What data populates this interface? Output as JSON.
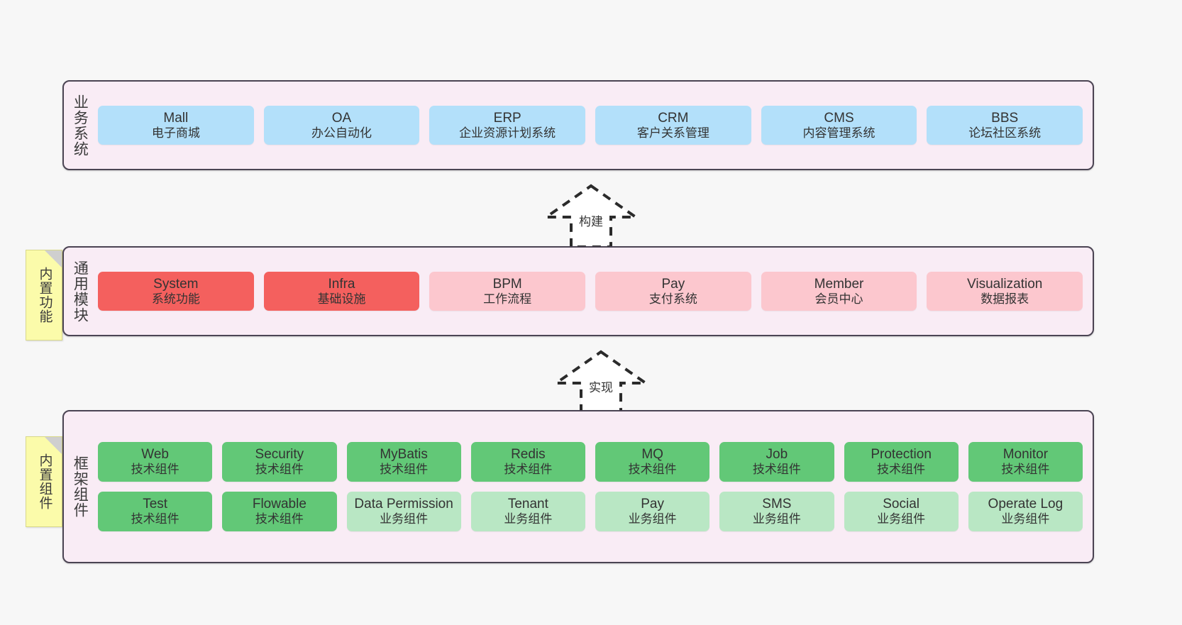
{
  "diagram": {
    "background_color": "#f7f7f7",
    "layer_fill": "#f9ecf5",
    "layer_border": "#4b4453",
    "note_fill": "#fbfbaa"
  },
  "layers": [
    {
      "id": "business-systems",
      "title": "业务系统",
      "note": null,
      "rows": [
        {
          "cards": [
            {
              "name": "Mall",
              "desc": "电子商城",
              "color": "#b3e0fa",
              "style": "c-blue"
            },
            {
              "name": "OA",
              "desc": "办公自动化",
              "color": "#b3e0fa",
              "style": "c-blue"
            },
            {
              "name": "ERP",
              "desc": "企业资源计划系统",
              "color": "#b3e0fa",
              "style": "c-blue"
            },
            {
              "name": "CRM",
              "desc": "客户关系管理",
              "color": "#b3e0fa",
              "style": "c-blue"
            },
            {
              "name": "CMS",
              "desc": "内容管理系统",
              "color": "#b3e0fa",
              "style": "c-blue"
            },
            {
              "name": "BBS",
              "desc": "论坛社区系统",
              "color": "#b3e0fa",
              "style": "c-blue"
            }
          ]
        }
      ]
    },
    {
      "id": "common-modules",
      "title": "通用模块",
      "note": "内置功能",
      "rows": [
        {
          "cards": [
            {
              "name": "System",
              "desc": "系统功能",
              "color": "#f4605e",
              "style": "c-red"
            },
            {
              "name": "Infra",
              "desc": "基础设施",
              "color": "#f4605e",
              "style": "c-red"
            },
            {
              "name": "BPM",
              "desc": "工作流程",
              "color": "#fcc7ce",
              "style": "c-pink"
            },
            {
              "name": "Pay",
              "desc": "支付系统",
              "color": "#fcc7ce",
              "style": "c-pink"
            },
            {
              "name": "Member",
              "desc": "会员中心",
              "color": "#fcc7ce",
              "style": "c-pink"
            },
            {
              "name": "Visualization",
              "desc": "数据报表",
              "color": "#fcc7ce",
              "style": "c-pink"
            }
          ]
        }
      ]
    },
    {
      "id": "framework-components",
      "title": "框架组件",
      "note": "内置组件",
      "rows": [
        {
          "cards": [
            {
              "name": "Web",
              "desc": "技术组件",
              "color": "#62c877",
              "style": "c-green"
            },
            {
              "name": "Security",
              "desc": "技术组件",
              "color": "#62c877",
              "style": "c-green"
            },
            {
              "name": "MyBatis",
              "desc": "技术组件",
              "color": "#62c877",
              "style": "c-green"
            },
            {
              "name": "Redis",
              "desc": "技术组件",
              "color": "#62c877",
              "style": "c-green"
            },
            {
              "name": "MQ",
              "desc": "技术组件",
              "color": "#62c877",
              "style": "c-green"
            },
            {
              "name": "Job",
              "desc": "技术组件",
              "color": "#62c877",
              "style": "c-green"
            },
            {
              "name": "Protection",
              "desc": "技术组件",
              "color": "#62c877",
              "style": "c-green"
            },
            {
              "name": "Monitor",
              "desc": "技术组件",
              "color": "#62c877",
              "style": "c-green"
            }
          ]
        },
        {
          "cards": [
            {
              "name": "Test",
              "desc": "技术组件",
              "color": "#62c877",
              "style": "c-green"
            },
            {
              "name": "Flowable",
              "desc": "技术组件",
              "color": "#62c877",
              "style": "c-green"
            },
            {
              "name": "Data Permission",
              "desc": "业务组件",
              "color": "#b9e7c4",
              "style": "c-lightgreen"
            },
            {
              "name": "Tenant",
              "desc": "业务组件",
              "color": "#b9e7c4",
              "style": "c-lightgreen"
            },
            {
              "name": "Pay",
              "desc": "业务组件",
              "color": "#b9e7c4",
              "style": "c-lightgreen"
            },
            {
              "name": "SMS",
              "desc": "业务组件",
              "color": "#b9e7c4",
              "style": "c-lightgreen"
            },
            {
              "name": "Social",
              "desc": "业务组件",
              "color": "#b9e7c4",
              "style": "c-lightgreen"
            },
            {
              "name": "Operate Log",
              "desc": "业务组件",
              "color": "#b9e7c4",
              "style": "c-lightgreen"
            }
          ]
        }
      ]
    }
  ],
  "connectors": [
    {
      "id": "connector-build",
      "label": "构建",
      "style": "dashed-hollow-arrow-up"
    },
    {
      "id": "connector-implement",
      "label": "实现",
      "style": "dashed-hollow-arrow-up"
    }
  ]
}
